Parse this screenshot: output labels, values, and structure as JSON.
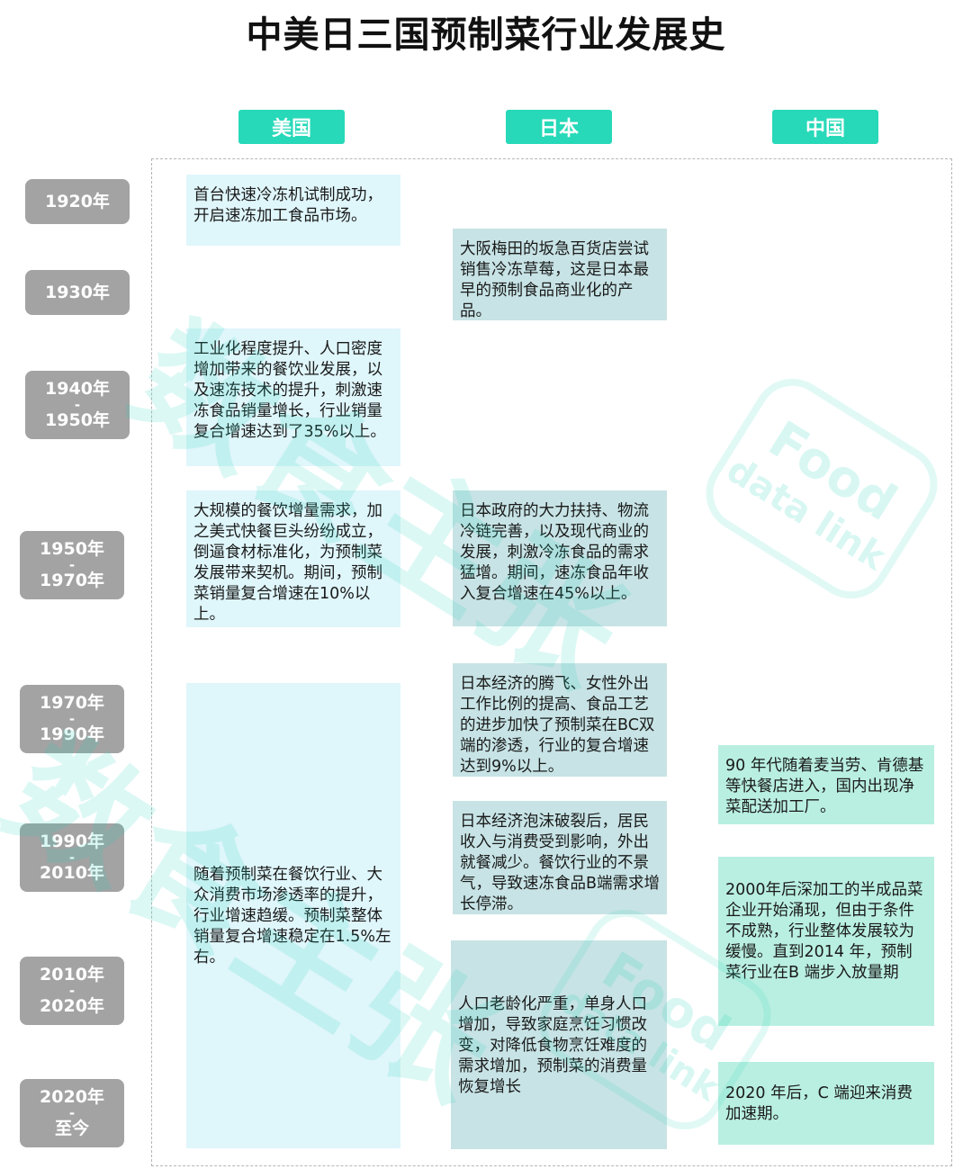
{
  "title": "中美日三国预制菜行业发展史",
  "columns": [
    "美国",
    "日本",
    "中国"
  ],
  "years": [
    {
      "top": "1920年",
      "mid": "",
      "bottom": ""
    },
    {
      "top": "1930年",
      "mid": "",
      "bottom": ""
    },
    {
      "top": "1940年",
      "mid": "-",
      "bottom": "1950年"
    },
    {
      "top": "1950年",
      "mid": "-",
      "bottom": "1970年"
    },
    {
      "top": "1970年",
      "mid": "-",
      "bottom": "1990年"
    },
    {
      "top": "1990年",
      "mid": "-",
      "bottom": "2010年"
    },
    {
      "top": "2010年",
      "mid": "-",
      "bottom": "2020年"
    },
    {
      "top": "2020年",
      "mid": "-",
      "bottom": "至今"
    }
  ],
  "us_events": [
    "首台快速冷冻机试制成功，开启速冻加工食品市场。",
    "工业化程度提升、人口密度增加带来的餐饮业发展，以及速冻技术的提升，刺激速冻食品销量增长，行业销量复合增速达到了35%以上。",
    "大规模的餐饮增量需求，加之美式快餐巨头纷纷成立，倒逼食材标准化，为预制菜发展带来契机。期间，预制菜销量复合增速在10%以上。",
    "随着预制菜在餐饮行业、大众消费市场渗透率的提升，行业增速趋缓。预制菜整体销量复合增速稳定在1.5%左右。"
  ],
  "jp_events": [
    "大阪梅田的坂急百货店尝试销售冷冻草莓，这是日本最早的预制食品商业化的产品。",
    "日本政府的大力扶持、物流冷链完善，以及现代商业的发展，刺激冷冻食品的需求猛增。期间，速冻食品年收入复合增速在45%以上。",
    "日本经济的腾飞、女性外出工作比例的提高、食品工艺的进步加快了预制菜在BC双端的渗透，行业的复合增速达到9%以上。",
    "日本经济泡沫破裂后，居民收入与消费受到影响，外出就餐减少。餐饮行业的不景气，导致速冻食品B端需求增长停滞。",
    "人口老龄化严重，单身人口增加，导致家庭烹饪习惯改变，对降低食物烹饪难度的需求增加，预制菜的消费量恢复增长"
  ],
  "cn_events": [
    "90 年代随着麦当劳、肯德基等快餐店进入，国内出现净菜配送加工厂。",
    "2000年后深加工的半成品菜企业开始涌现，但由于条件不成熟，行业整体发展较为缓慢。直到2014 年，预制菜行业在B 端步入放量期",
    "2020 年后，C 端迎来消费加速期。"
  ],
  "watermark": {
    "text": "数食主张",
    "logo_top": "Food",
    "logo_bottom": "data link"
  },
  "colors": {
    "accent": "#27d9b8",
    "year_badge": "#a3a3a3",
    "us_box": "#dff6fb",
    "jp_box": "#c7e3e5",
    "cn_box": "#b9efe1"
  }
}
